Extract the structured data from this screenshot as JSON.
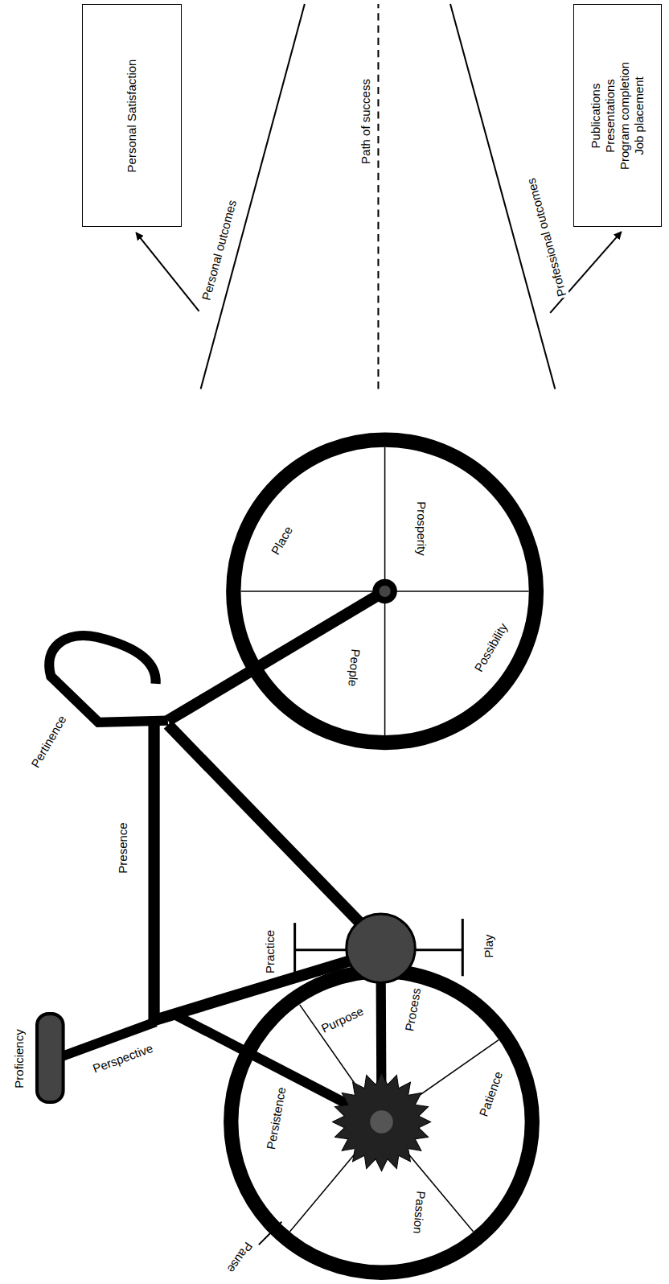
{
  "diagram": {
    "nodes": [
      {
        "text": [
          "Personal Satisfaction"
        ]
      },
      {
        "text": [
          "Publications",
          "Presentations",
          "Program completion",
          "Job placement"
        ]
      }
    ],
    "labels": [
      "Path of success",
      "Personal outcomes",
      "Professional outcomes",
      "Pertinence",
      "Place",
      "Prosperity",
      "People",
      "Possibility",
      "Presence",
      "Practice",
      "Play",
      "Proficiency",
      "Perspective",
      "Purpose",
      "Process",
      "Persistence",
      "Patience",
      "Passion",
      "Pause"
    ]
  }
}
